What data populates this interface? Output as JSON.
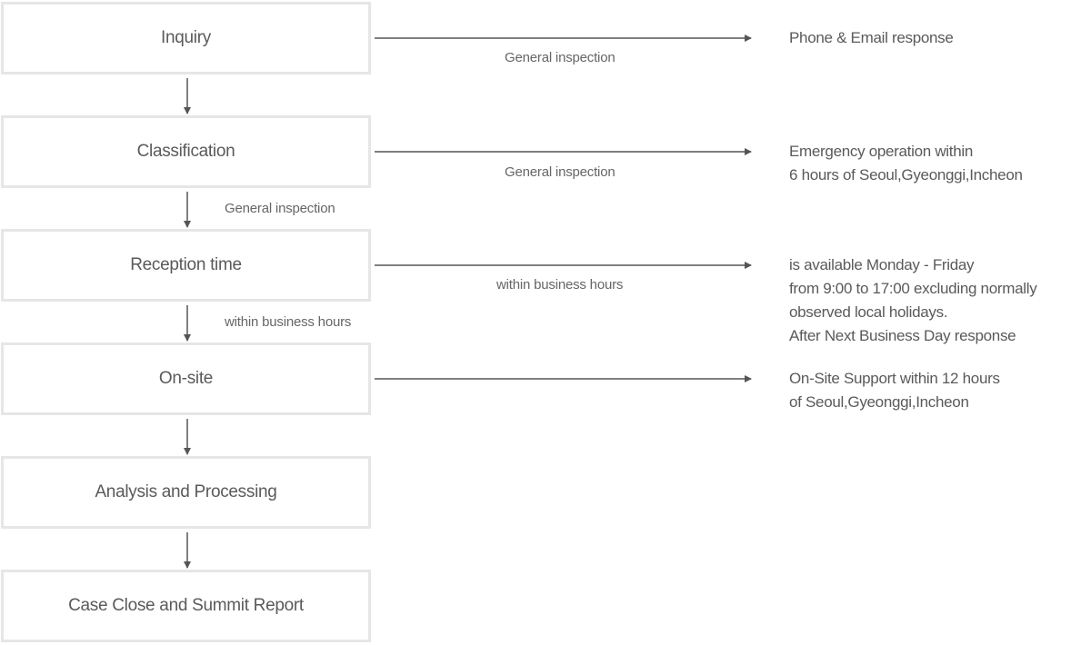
{
  "steps": [
    {
      "label": "Inquiry"
    },
    {
      "label": "Classification"
    },
    {
      "label": "Reception time"
    },
    {
      "label": "On-site"
    },
    {
      "label": "Analysis and Processing"
    },
    {
      "label": "Case Close and Summit Report"
    }
  ],
  "vertical_labels": {
    "classification_to_reception": "General inspection",
    "reception_to_onsite": "within business hours"
  },
  "horizontal_labels": {
    "inquiry": "General inspection",
    "classification": "General inspection",
    "reception": "within business hours"
  },
  "responses": {
    "inquiry": [
      "Phone & Email response"
    ],
    "classification": [
      "Emergency operation within",
      "6 hours of Seoul,Gyeonggi,Incheon"
    ],
    "reception": [
      "is available Monday - Friday",
      "from 9:00 to 17:00 excluding normally",
      "observed local holidays.",
      "After Next Business Day response"
    ],
    "onsite": [
      "On-Site Support within 12 hours",
      "of Seoul,Gyeonggi,Incheon"
    ]
  },
  "colors": {
    "line": "#555555",
    "box_border": "#e6e6e6",
    "text": "#5a5a5a"
  }
}
